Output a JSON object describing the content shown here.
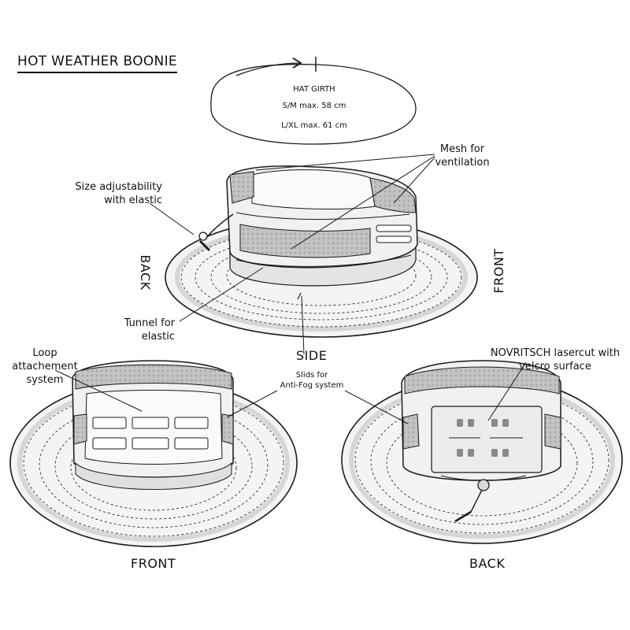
{
  "title": "HOT WEATHER BOONIE",
  "girth": {
    "heading": "HAT GIRTH",
    "sizes": [
      "S/M max. 58 cm",
      "L/XL max. 61 cm"
    ]
  },
  "callouts": {
    "mesh": [
      "Mesh for",
      "ventilation"
    ],
    "size": [
      "Size adjustability",
      "with elastic"
    ],
    "tunnel": [
      "Tunnel for",
      "elastic"
    ],
    "loop": [
      "Loop attachement",
      "system"
    ],
    "slids": [
      "Slids for",
      "Anti-Fog system"
    ],
    "lasercut": [
      "NOVRITSCH lasercut with",
      "velcro surface"
    ]
  },
  "views": {
    "top_back": "BACK",
    "top_front": "FRONT",
    "top_side": "SIDE",
    "bottom_front": "FRONT",
    "bottom_back": "BACK"
  },
  "colors": {
    "line": "#1a1a1a",
    "fabric": "#f3f3f3",
    "mesh": "#bdbdbd",
    "shadow": "#d9d9d9"
  }
}
